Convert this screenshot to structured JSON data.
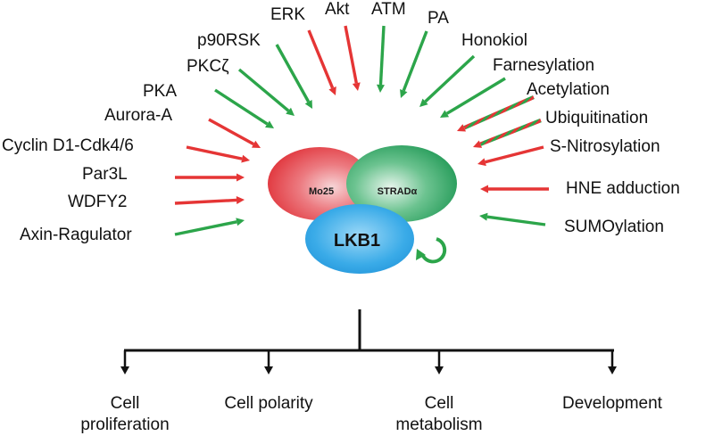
{
  "colors": {
    "activating": "#2ca54a",
    "inhibiting": "#e53535",
    "mo25_fill": "#e23a3f",
    "strad_fill": "#1f9a55",
    "lkb1_fill": "#2a9fe0",
    "line": "#111111"
  },
  "regulators": [
    {
      "label": "Axin-Ragulator",
      "effect": "activating"
    },
    {
      "label": "WDFY2",
      "effect": "inhibiting"
    },
    {
      "label": "Par3L",
      "effect": "inhibiting"
    },
    {
      "label": "Cyclin D1-Cdk4/6",
      "effect": "inhibiting"
    },
    {
      "label": "Aurora-A",
      "effect": "inhibiting"
    },
    {
      "label": "PKA",
      "effect": "activating"
    },
    {
      "label": "PKCζ",
      "effect": "activating"
    },
    {
      "label": "p90RSK",
      "effect": "activating"
    },
    {
      "label": "ERK",
      "effect": "inhibiting"
    },
    {
      "label": "Akt",
      "effect": "inhibiting"
    },
    {
      "label": "ATM",
      "effect": "activating"
    },
    {
      "label": "PA",
      "effect": "activating"
    },
    {
      "label": "Honokiol",
      "effect": "activating"
    },
    {
      "label": "Farnesylation",
      "effect": "activating"
    },
    {
      "label": "Acetylation",
      "effect": "mixed"
    },
    {
      "label": "Ubiquitination",
      "effect": "mixed"
    },
    {
      "label": "S-Nitrosylation",
      "effect": "inhibiting"
    },
    {
      "label": "HNE adduction",
      "effect": "inhibiting"
    },
    {
      "label": "SUMOylation",
      "effect": "activating"
    }
  ],
  "complex": {
    "mo25": "Mo25",
    "strad": "STRADα",
    "lkb1": "LKB1"
  },
  "outcomes": [
    "Cell proliferation",
    "Cell polarity",
    "Cell metabolism",
    "Development"
  ]
}
